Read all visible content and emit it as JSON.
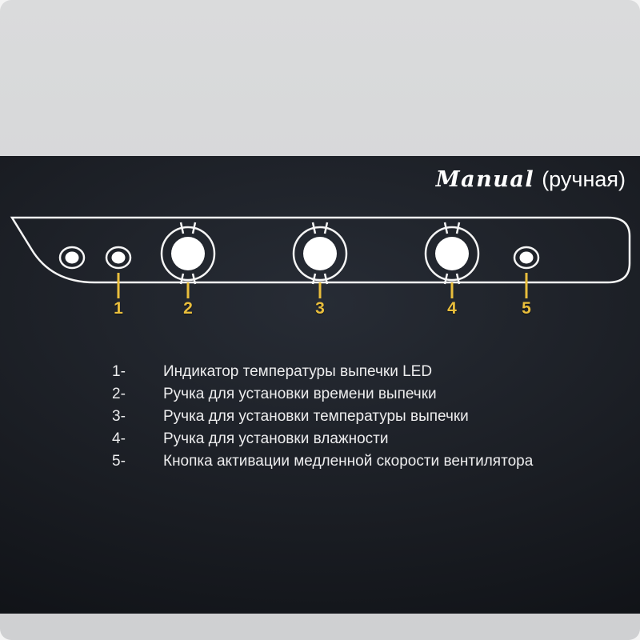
{
  "header": {
    "title_script": "Manual",
    "title_suffix": "(ручная)"
  },
  "diagram": {
    "callouts": [
      "1",
      "2",
      "3",
      "4",
      "5"
    ],
    "controls": [
      {
        "callout": "1",
        "kind": "led-indicator"
      },
      {
        "callout": "2",
        "kind": "knob"
      },
      {
        "callout": "3",
        "kind": "knob"
      },
      {
        "callout": "4",
        "kind": "knob"
      },
      {
        "callout": "5",
        "kind": "button"
      }
    ]
  },
  "legend": {
    "items": [
      {
        "num": "1-",
        "text": "Индикатор температуры выпечки LED"
      },
      {
        "num": "2-",
        "text": "Ручка для установки времени выпечки"
      },
      {
        "num": "3-",
        "text": "Ручка для установки температуры выпечки"
      },
      {
        "num": "4-",
        "text": "Ручка для установки влажности"
      },
      {
        "num": "5-",
        "text": "Кнопка активации медленной скорости вентилятора"
      }
    ]
  },
  "colors": {
    "accent_gold": "#e9be3c",
    "panel_background": "#14171c",
    "outline_white": "#f5f5f5",
    "text": "#ededee"
  }
}
